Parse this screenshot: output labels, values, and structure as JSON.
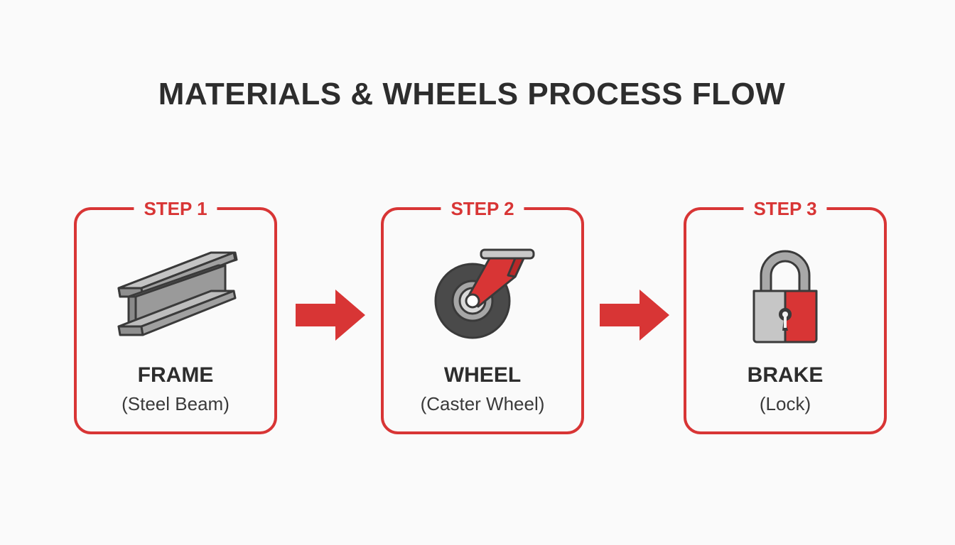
{
  "title": "MATERIALS & WHEELS PROCESS FLOW",
  "colors": {
    "accent": "#d83535",
    "text": "#2d2d2d",
    "steel": "#9e9e9e",
    "outline": "#3a3a3a"
  },
  "steps": [
    {
      "label": "STEP 1",
      "name": "FRAME",
      "sub": "(Steel Beam)",
      "icon": "steel-beam-icon"
    },
    {
      "label": "STEP 2",
      "name": "WHEEL",
      "sub": "(Caster Wheel)",
      "icon": "caster-wheel-icon"
    },
    {
      "label": "STEP 3",
      "name": "BRAKE",
      "sub": "(Lock)",
      "icon": "padlock-icon"
    }
  ]
}
